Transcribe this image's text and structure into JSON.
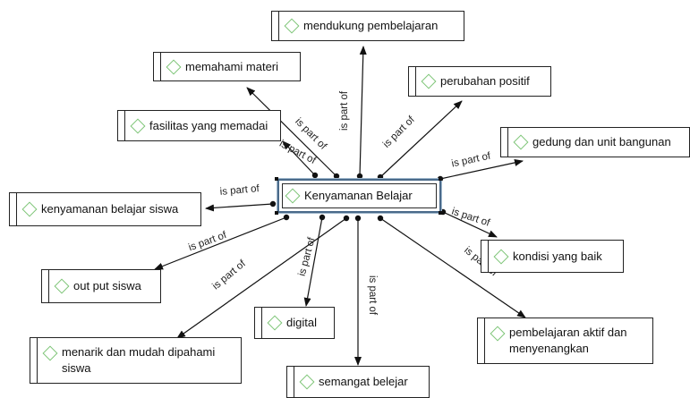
{
  "center": {
    "label": "Kenyamanan Belajar"
  },
  "nodes": [
    {
      "key": "n1",
      "label": "mendukung pembelajaran"
    },
    {
      "key": "n2",
      "label": "memahami materi"
    },
    {
      "key": "n3",
      "label": "perubahan positif"
    },
    {
      "key": "n4",
      "label": "fasilitas yang memadai"
    },
    {
      "key": "n5",
      "label": "gedung dan unit bangunan"
    },
    {
      "key": "n6",
      "label": "kenyamanan belajar siswa"
    },
    {
      "key": "n7",
      "label": "kondisi yang baik"
    },
    {
      "key": "n8",
      "label": "out put siswa"
    },
    {
      "key": "n9",
      "label": "digital"
    },
    {
      "key": "n10",
      "label": "pembelajaran aktif dan menyenangkan"
    },
    {
      "key": "n11",
      "label": "menarik dan mudah dipahami siswa"
    },
    {
      "key": "n12",
      "label": "semangat belejar"
    }
  ],
  "edges": [
    {
      "target": "n1",
      "label": "is part of"
    },
    {
      "target": "n2",
      "label": "is part of"
    },
    {
      "target": "n3",
      "label": "is part of"
    },
    {
      "target": "n4",
      "label": "is part of"
    },
    {
      "target": "n5",
      "label": "is part of"
    },
    {
      "target": "n6",
      "label": "is part of"
    },
    {
      "target": "n7",
      "label": "is part of"
    },
    {
      "target": "n8",
      "label": "is part of"
    },
    {
      "target": "n9",
      "label": "is part of"
    },
    {
      "target": "n10",
      "label": "is part of"
    },
    {
      "target": "n11",
      "label": "is part of"
    },
    {
      "target": "n12",
      "label": "is part of"
    }
  ],
  "colors": {
    "line": "#111111",
    "diamond": "#7cc576",
    "selection": "#4a6a8a"
  }
}
